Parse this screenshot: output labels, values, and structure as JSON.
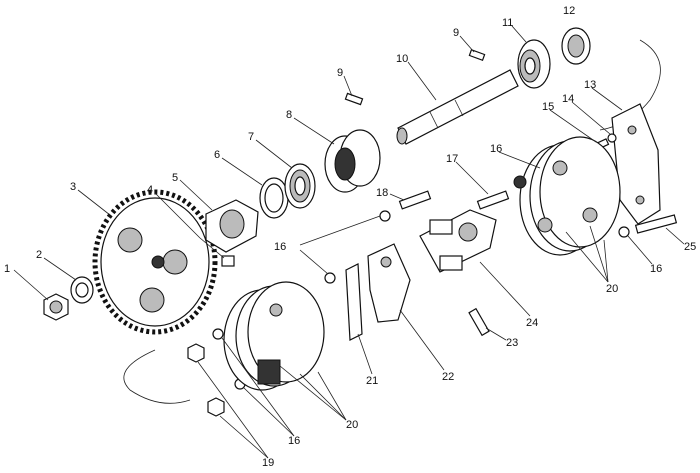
{
  "diagram": {
    "labels": {
      "l1": "1",
      "l2": "2",
      "l3": "3",
      "l4": "4",
      "l5": "5",
      "l6": "6",
      "l7": "7",
      "l8": "8",
      "l9a": "9",
      "l9b": "9",
      "l10": "10",
      "l11": "11",
      "l12": "12",
      "l13": "13",
      "l14": "14",
      "l15": "15",
      "l16a": "16",
      "l16b": "16",
      "l16c": "16",
      "l16d": "16",
      "l17": "17",
      "l18": "18",
      "l19": "19",
      "l20a": "20",
      "l20b": "20",
      "l21": "21",
      "l22": "22",
      "l23": "23",
      "l24": "24",
      "l25": "25"
    }
  }
}
